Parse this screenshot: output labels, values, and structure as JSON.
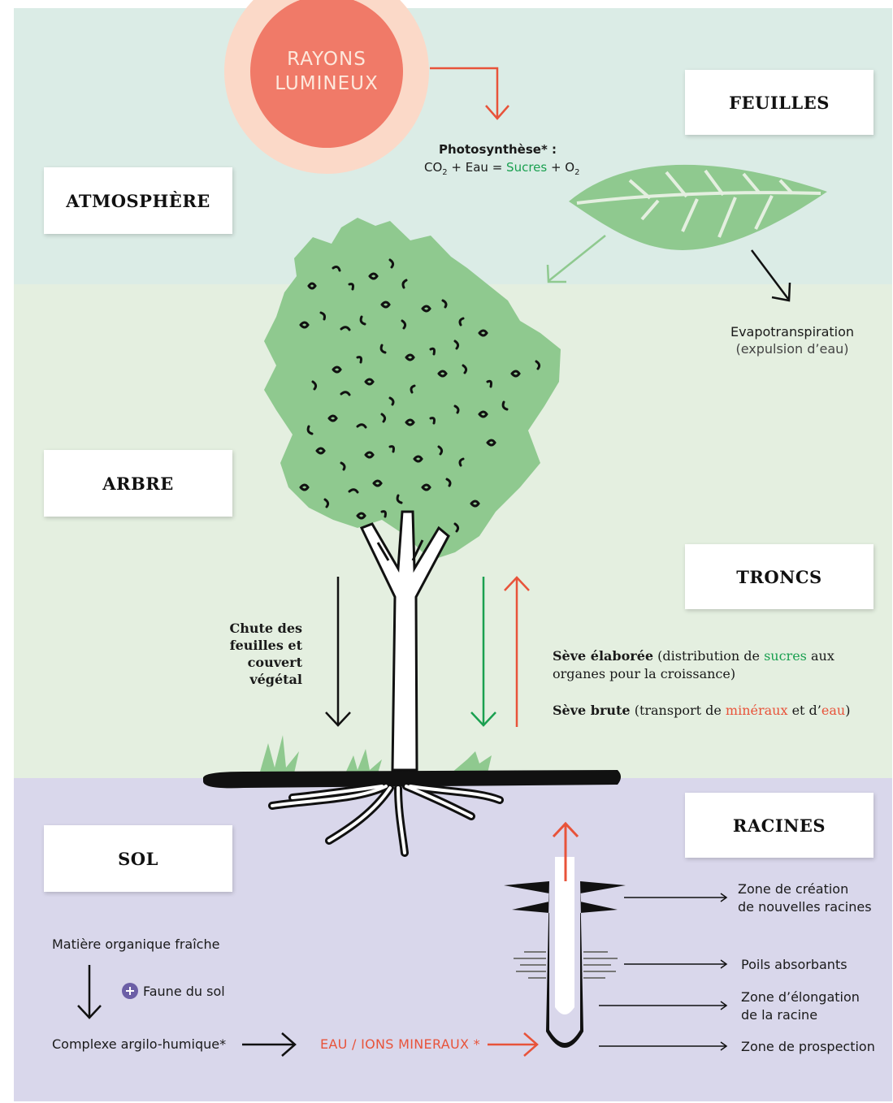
{
  "sections": {
    "atmosphere": "ATMOSPHÈRE",
    "arbre": "ARBRE",
    "sol": "SOL",
    "feuilles": "FEUILLES",
    "troncs": "TRONCS",
    "racines": "RACINES"
  },
  "sun": {
    "line1": "RAYONS",
    "line2": "LUMINEUX"
  },
  "photosynthesis": {
    "title": "Photosynthèse* :",
    "eq_co": "CO",
    "eq_sub2": "2",
    "eq_plus_eau": " + Eau = ",
    "eq_sucres": "Sucres",
    "eq_plus_o": " + O",
    "eq_sub2b": "2"
  },
  "evapo": {
    "line1": "Evapotranspiration",
    "line2": "(expulsion d’eau)"
  },
  "chute": {
    "line1": "Chute des",
    "line2": "feuilles et",
    "line3": "couvert",
    "line4": "végétal"
  },
  "seve_elaboree": {
    "label": "Sève élaborée",
    "text1": " (distribution de ",
    "sucres": "sucres",
    "text2": " aux",
    "line2": "organes pour la croissance)"
  },
  "seve_brute": {
    "label": "Sève brute",
    "text1": " (transport de ",
    "mineraux": "minéraux",
    "text2": " et d’",
    "eau": "eau",
    "text3": ")"
  },
  "soil": {
    "matiere": "Matière organique fraîche",
    "faune": "Faune du sol",
    "complexe": "Complexe argilo-humique*",
    "eau_ions": "EAU / IONS MINERAUX *"
  },
  "root_zones": {
    "creation_1": "Zone de création",
    "creation_2": "de nouvelles racines",
    "poils": "Poils absorbants",
    "elongation_1": "Zone d’élongation",
    "elongation_2": "de la racine",
    "prospection": "Zone de prospection"
  },
  "colors": {
    "atmosphere_bg": "#dbece6",
    "tree_bg": "#e4efe0",
    "soil_bg": "#d9d7eb",
    "sun_core": "#f07a68",
    "sun_halo": "#fbd9c8",
    "leaf_green": "#8fc98f",
    "accent_red": "#e8533a",
    "accent_green": "#1aa050",
    "faune_purple": "#6c5fa6"
  }
}
